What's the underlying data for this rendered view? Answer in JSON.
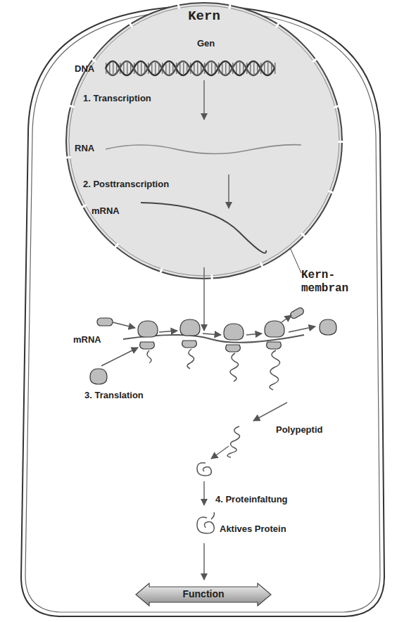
{
  "diagram": {
    "nodes": [
      {
        "text": [
          "Kern"
        ]
      },
      {
        "text": [
          "Function"
        ]
      }
    ],
    "labels": [
      "Gen",
      "DNA",
      "1. Transcription",
      "RNA",
      "2. Posttranscription",
      "mRNA",
      "Kern- membran",
      "mRNA",
      "3. Translation",
      "Polypeptid",
      "4. Proteinfaltung",
      "Aktives Protein"
    ]
  }
}
